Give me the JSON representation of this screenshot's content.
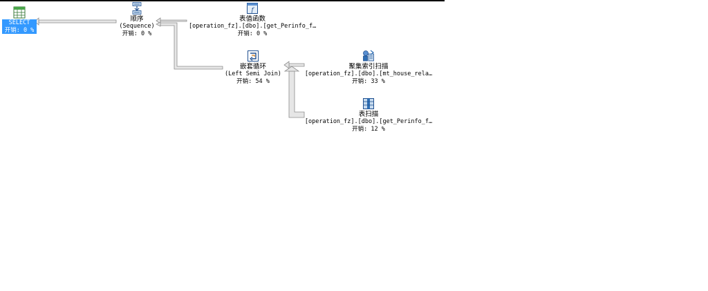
{
  "plan": {
    "nodes": [
      {
        "id": "select",
        "icon": "select-result-icon",
        "title": "SELECT",
        "cost": "开销: 0 %",
        "selected": true
      },
      {
        "id": "sequence",
        "icon": "sequence-icon",
        "title": "顺序",
        "subtitle": "(Sequence)",
        "cost": "开销: 0 %"
      },
      {
        "id": "tvf",
        "icon": "table-valued-function-icon",
        "title": "表值函数",
        "subtitle": "[operation_fz].[dbo].[get_Perinfo_f…",
        "cost": "开销: 0 %"
      },
      {
        "id": "nested-loops",
        "icon": "nested-loops-icon",
        "title": "嵌套循环",
        "subtitle": "(Left Semi Join)",
        "cost": "开销: 54 %"
      },
      {
        "id": "clustered-index-scan",
        "icon": "clustered-index-scan-icon",
        "title": "聚集索引扫描",
        "subtitle": "[operation_fz].[dbo].[mt_house_rela…",
        "cost": "开销: 33 %"
      },
      {
        "id": "table-scan",
        "icon": "table-scan-icon",
        "title": "表扫描",
        "subtitle": "[operation_fz].[dbo].[get_Perinfo_f…",
        "cost": "开销: 12 %"
      }
    ]
  },
  "colors": {
    "selection": "#3399ff",
    "connector_fill": "#e6e6e6",
    "connector_stroke": "#8c8c8c"
  }
}
